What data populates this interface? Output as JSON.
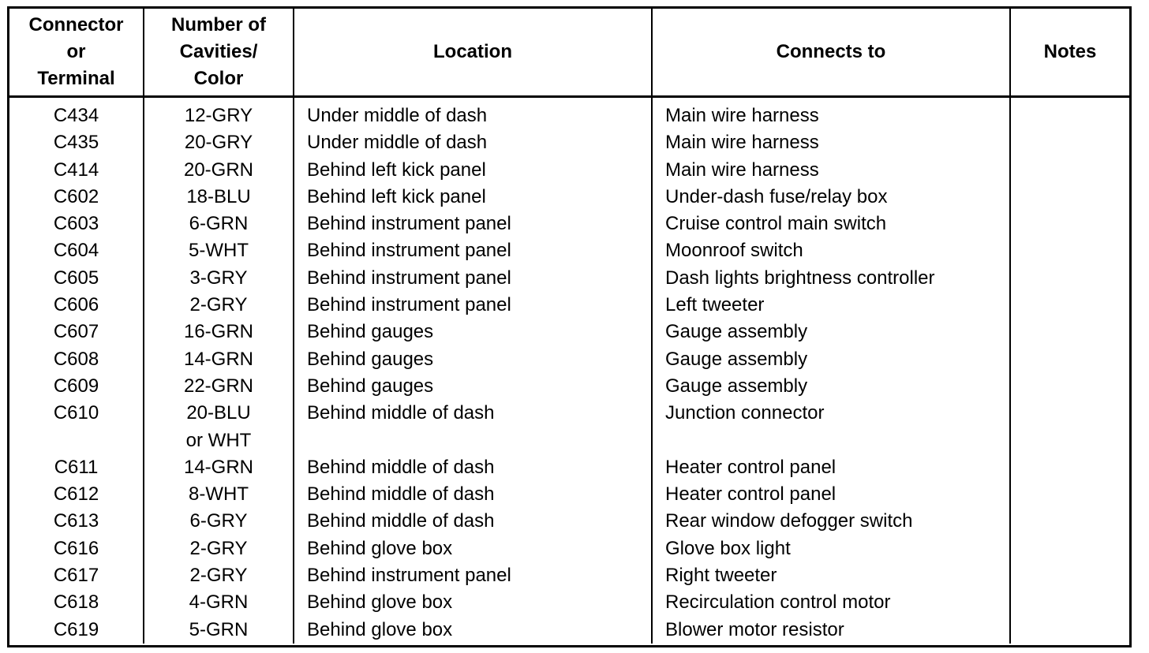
{
  "columns": [
    "Connector\nor\nTerminal",
    "Number of\nCavities/\nColor",
    "Location",
    "Connects to",
    "Notes"
  ],
  "rows": [
    {
      "connector": "C434",
      "cavities": "12-GRY",
      "location": "Under middle of dash",
      "connects_to": "Main wire harness",
      "notes": ""
    },
    {
      "connector": "C435",
      "cavities": "20-GRY",
      "location": "Under middle of dash",
      "connects_to": "Main wire harness",
      "notes": ""
    },
    {
      "connector": "C414",
      "cavities": "20-GRN",
      "location": "Behind left kick panel",
      "connects_to": "Main wire harness",
      "notes": ""
    },
    {
      "connector": "C602",
      "cavities": "18-BLU",
      "location": "Behind left kick panel",
      "connects_to": "Under-dash fuse/relay box",
      "notes": ""
    },
    {
      "connector": "C603",
      "cavities": "6-GRN",
      "location": "Behind instrument panel",
      "connects_to": "Cruise control main switch",
      "notes": ""
    },
    {
      "connector": "C604",
      "cavities": "5-WHT",
      "location": "Behind instrument panel",
      "connects_to": "Moonroof switch",
      "notes": ""
    },
    {
      "connector": "C605",
      "cavities": "3-GRY",
      "location": "Behind instrument panel",
      "connects_to": "Dash lights brightness controller",
      "notes": ""
    },
    {
      "connector": "C606",
      "cavities": "2-GRY",
      "location": "Behind instrument panel",
      "connects_to": "Left tweeter",
      "notes": ""
    },
    {
      "connector": "C607",
      "cavities": "16-GRN",
      "location": "Behind gauges",
      "connects_to": "Gauge assembly",
      "notes": ""
    },
    {
      "connector": "C608",
      "cavities": "14-GRN",
      "location": "Behind gauges",
      "connects_to": "Gauge assembly",
      "notes": ""
    },
    {
      "connector": "C609",
      "cavities": "22-GRN",
      "location": "Behind gauges",
      "connects_to": "Gauge assembly",
      "notes": ""
    },
    {
      "connector": "C610",
      "cavities": "20-BLU\nor WHT",
      "location": "Behind middle of dash",
      "connects_to": "Junction connector",
      "notes": ""
    },
    {
      "connector": "C611",
      "cavities": "14-GRN",
      "location": "Behind middle of dash",
      "connects_to": "Heater control panel",
      "notes": ""
    },
    {
      "connector": "C612",
      "cavities": "8-WHT",
      "location": "Behind middle of dash",
      "connects_to": "Heater control panel",
      "notes": ""
    },
    {
      "connector": "C613",
      "cavities": "6-GRY",
      "location": "Behind middle of dash",
      "connects_to": "Rear window defogger switch",
      "notes": ""
    },
    {
      "connector": "C616",
      "cavities": "2-GRY",
      "location": "Behind glove box",
      "connects_to": "Glove box light",
      "notes": ""
    },
    {
      "connector": "C617",
      "cavities": "2-GRY",
      "location": "Behind instrument panel",
      "connects_to": "Right tweeter",
      "notes": ""
    },
    {
      "connector": "C618",
      "cavities": "4-GRN",
      "location": "Behind glove box",
      "connects_to": "Recirculation control motor",
      "notes": ""
    },
    {
      "connector": "C619",
      "cavities": "5-GRN",
      "location": "Behind glove box",
      "connects_to": "Blower motor resistor",
      "notes": ""
    }
  ]
}
